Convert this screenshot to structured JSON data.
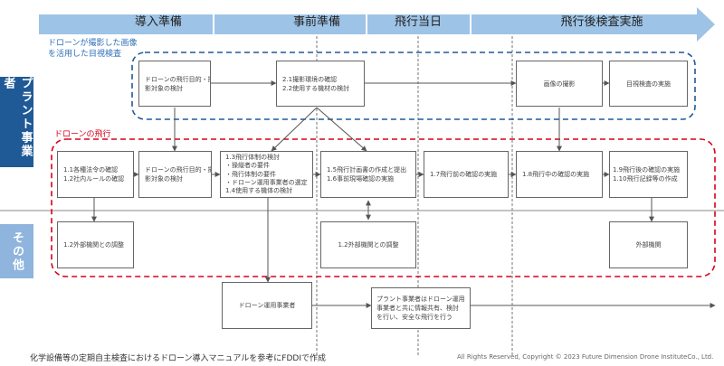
{
  "phases": {
    "p1": "導入準備",
    "p2": "事前準備",
    "p3": "飛行当日",
    "p4": "飛行後検査実施"
  },
  "side_labels": {
    "plant": "プラント事業者",
    "other": "その他"
  },
  "groups": {
    "visual_title_1": "ドローンが撮影した画像",
    "visual_title_2": "を活用した目視検査",
    "flight_title": "ドローンの飛行"
  },
  "boxes": {
    "v1": [
      "ドローンの飛行目的・撮",
      "影対象の検討"
    ],
    "v2": [
      "2.1撮影環境の確認",
      "2.2使用する機材の検討"
    ],
    "v3": [
      "画像の撮影"
    ],
    "v4": [
      "目視検査の実施"
    ],
    "f1": [
      "1.1各種法令の確認",
      "1.2社内ルールの確認"
    ],
    "f2": [
      "ドローンの飛行目的・撮",
      "影対象の検討"
    ],
    "f3": [
      "1.3飛行体制の検討",
      "・操縦者の要件",
      "・飛行体制の要件",
      "・ドローン運用事業者の選定",
      "1.4使用する機体の検討"
    ],
    "f4": [
      "1.5飛行計画書の作成と提出",
      "1.6事前現場確認の実施"
    ],
    "f5": [
      "1.7飛行前の確認の実施"
    ],
    "f6": [
      "1.8飛行中の確認の実施"
    ],
    "f7": [
      "1.9飛行後の確認の実施",
      "1.10飛行記録等の作成"
    ],
    "o1": [
      "1.2外部機関との調整"
    ],
    "o2": [
      "1.2外部機関との調整"
    ],
    "o3": [
      "外部機関"
    ],
    "d1": [
      "ドローン運用事業者"
    ],
    "d2": [
      "プラント事業者はドローン運用",
      "事業者と共に情報共有、検討",
      "を行い、安全な飛行を行う"
    ]
  },
  "footer": {
    "left": "化学設備等の定期自主検査におけるドローン導入マニュアルを参考にFDDIで作成",
    "right": "All Rights Reserved, Copyright © 2023 Future Dimension Drone InstituteCo., Ltd."
  },
  "colors": {
    "arrow_fill": "#9dc3e6",
    "plant_band": "#1f5a96",
    "other_band": "#8fb4dd",
    "visual_border": "#1f5a96",
    "flight_border": "#d9001b",
    "visual_text": "#2e6fba",
    "flight_text": "#d9001b"
  }
}
